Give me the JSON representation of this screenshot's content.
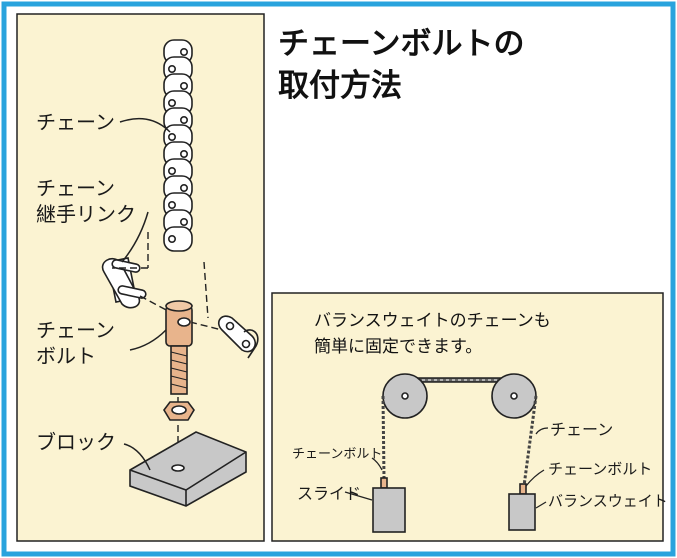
{
  "title": {
    "line1": "チェーンボルトの",
    "line2": "取付方法"
  },
  "left_panel": {
    "chain_label": "チェーン",
    "link_label_1": "チェーン",
    "link_label_2": "継手リンク",
    "bolt_label_1": "チェーン",
    "bolt_label_2": "ボルト",
    "block_label": "ブロック"
  },
  "right_panel": {
    "caption_1": "バランスウェイトのチェーンも",
    "caption_2": "簡単に固定できます。",
    "chain_label": "チェーン",
    "bolt_left_label": "チェーンボルト",
    "bolt_right_label": "チェーンボルト",
    "slide_label": "スライド",
    "weight_label": "バランスウェイト"
  },
  "colors": {
    "outer_border": "#29a3dd",
    "panel_fill": "#fbf3d2",
    "panel_border": "#222222",
    "bolt_fill": "#e8b48c",
    "block_fill": "#c8c8c8",
    "pulley_fill": "#c8c8c8"
  }
}
